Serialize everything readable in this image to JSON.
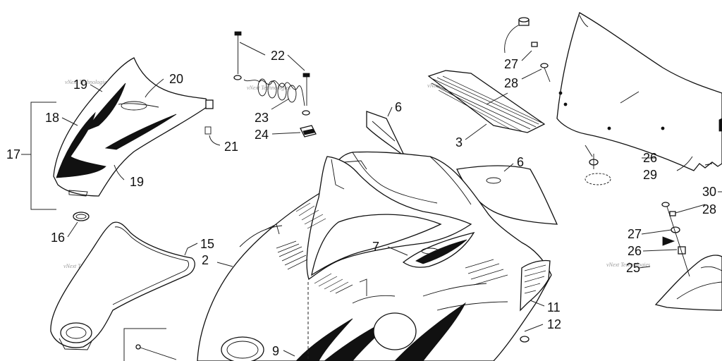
{
  "callouts": {
    "c2": "2",
    "c3": "3",
    "c6a": "6",
    "c6b": "6",
    "c7": "7",
    "c9": "9",
    "c11": "11",
    "c12": "12",
    "c15": "15",
    "c16": "16",
    "c17": "17",
    "c18": "18",
    "c19a": "19",
    "c19b": "19",
    "c20": "20",
    "c21": "21",
    "c22": "22",
    "c23": "23",
    "c24": "24",
    "c25": "25",
    "c26a": "26",
    "c26b": "26",
    "c27a": "27",
    "c27b": "27",
    "c28a": "28",
    "c28b": "28",
    "c29": "29",
    "c30": "30"
  },
  "watermark": "vNext Technologies",
  "colors": {
    "line": "#111111",
    "watermark": "#9a9a9a",
    "background": "#ffffff"
  }
}
